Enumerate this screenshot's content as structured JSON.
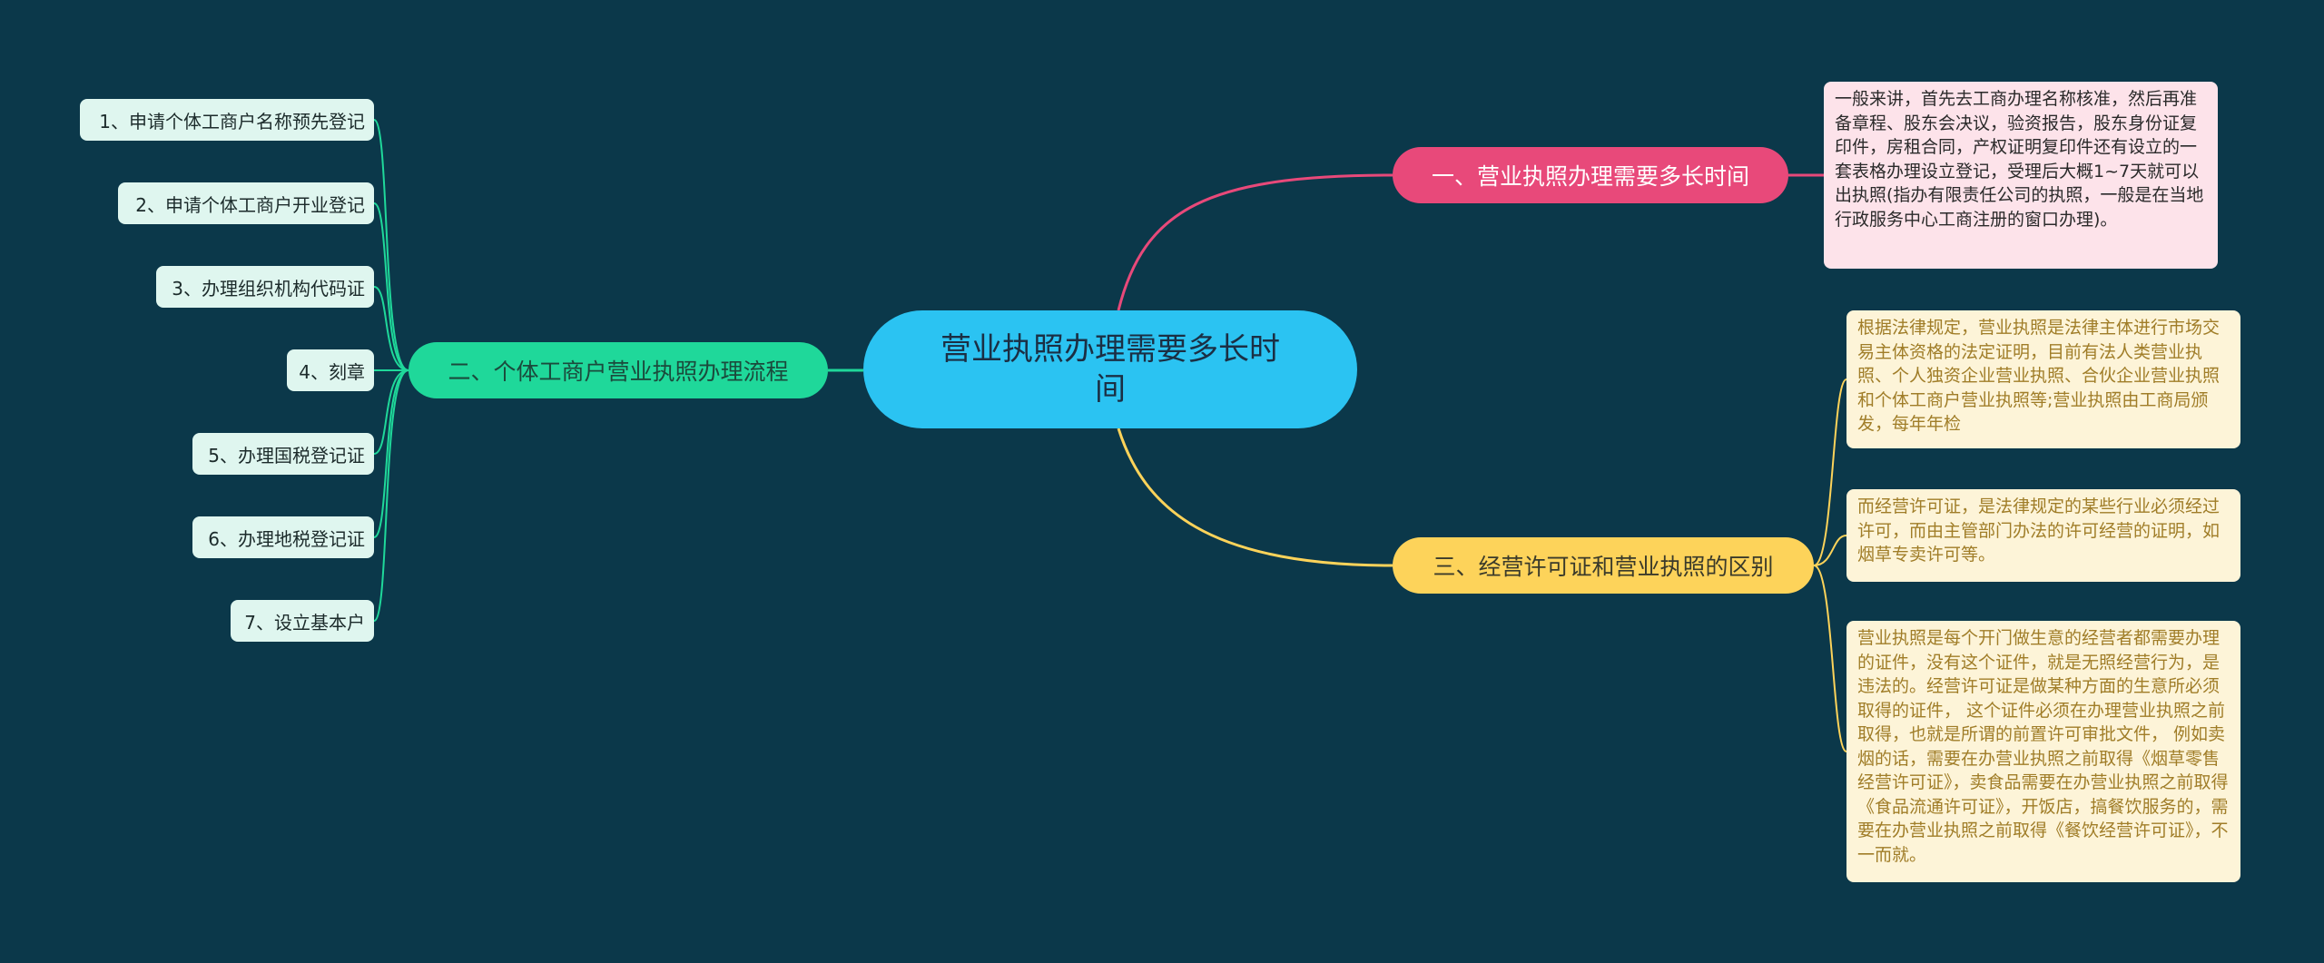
{
  "central": {
    "label": "营业执照办理需要多长时间"
  },
  "branches": {
    "b1": {
      "label": "一、营业执照办理需要多长时间",
      "color": "#e8497a",
      "notes": [
        "一般来讲，首先去工商办理名称核准，然后再准备章程、股东会决议，验资报告，股东身份证复印件，房租合同，产权证明复印件还有设立的一套表格办理设立登记，受理后大概1~7天就可以出执照(指办有限责任公司的执照，一般是在当地行政服务中心工商注册的窗口办理)。"
      ]
    },
    "b2": {
      "label": "二、个体工商户营业执照办理流程",
      "color": "#1fd89a",
      "items": [
        "1、申请个体工商户名称预先登记",
        "2、申请个体工商户开业登记",
        "3、办理组织机构代码证",
        "4、刻章",
        "5、办理国税登记证",
        "6、办理地税登记证",
        "7、设立基本户"
      ]
    },
    "b3": {
      "label": "三、经营许可证和营业执照的区别",
      "color": "#fdd35a",
      "notes": [
        "根据法律规定，营业执照是法律主体进行市场交易主体资格的法定证明，目前有法人类营业执照、个人独资企业营业执照、合伙企业营业执照和个体工商户营业执照等;营业执照由工商局颁发，每年年检",
        "而经营许可证，是法律规定的某些行业必须经过许可，而由主管部门办法的许可经营的证明，如烟草专卖许可等。",
        "营业执照是每个开门做生意的经营者都需要办理的证件，没有这个证件，就是无照经营行为，是违法的。经营许可证是做某种方面的生意所必须取得的证件， 这个证件必须在办理营业执照之前取得，也就是所谓的前置许可审批文件， 例如卖烟的话，需要在办营业执照之前取得《烟草零售经营许可证》，卖食品需要在办营业执照之前取得《食品流通许可证》，开饭店，搞餐饮服务的，需要在办营业执照之前取得《餐饮经营许可证》，不一而就。"
      ]
    }
  },
  "colors": {
    "background": "#0b384a",
    "central": "#2bc3f2",
    "leaf": "#dff6ef"
  }
}
